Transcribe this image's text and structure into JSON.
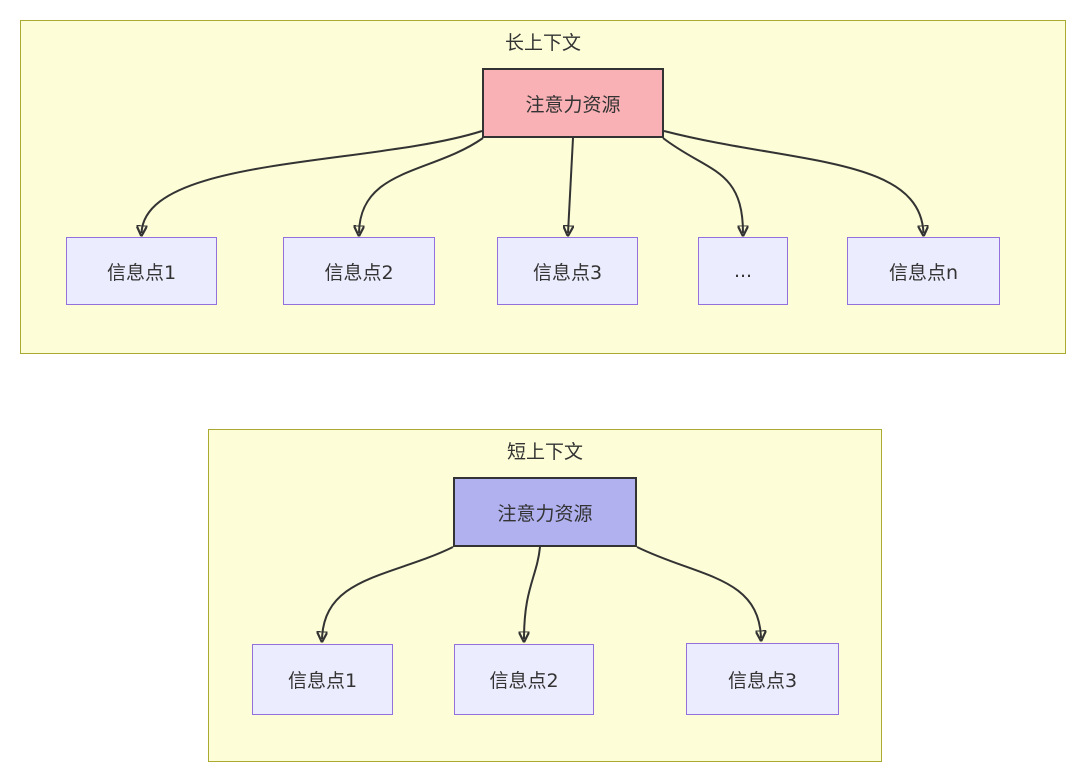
{
  "diagram": {
    "long_context": {
      "title": "长上下文",
      "attention_label": "注意力资源",
      "info_points": [
        "信息点1",
        "信息点2",
        "信息点3",
        "...",
        "信息点n"
      ]
    },
    "short_context": {
      "title": "短上下文",
      "attention_label": "注意力资源",
      "info_points": [
        "信息点1",
        "信息点2",
        "信息点3"
      ]
    },
    "colors": {
      "cluster_fill": "#fdfdd8",
      "cluster_border": "#aaaa33",
      "info_node_fill": "#ececff",
      "info_node_border": "#9370db",
      "attention_long_fill": "#f9b1b5",
      "attention_short_fill": "#b1b1f0",
      "node_border_dark": "#333333",
      "edge_color": "#333333",
      "text_color": "#333333"
    }
  }
}
